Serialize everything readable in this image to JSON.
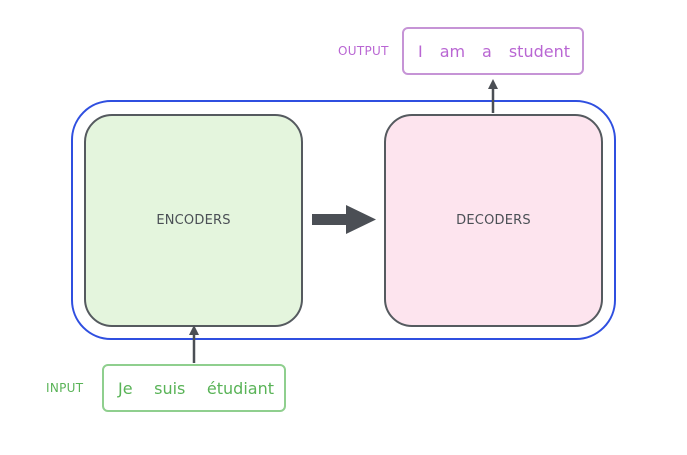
{
  "encoder_block": {
    "label": "ENCODERS"
  },
  "decoder_block": {
    "label": "DECODERS"
  },
  "input": {
    "label": "INPUT",
    "tokens": [
      "Je",
      "suis",
      "étudiant"
    ]
  },
  "output": {
    "label": "OUTPUT",
    "tokens": [
      "I",
      "am",
      "a",
      "student"
    ]
  },
  "colors": {
    "frame": "#2f4fe0",
    "encoder_fill": "#e4f5dd",
    "decoder_fill": "#fde4ee",
    "input_accent": "#59b357",
    "output_accent": "#b966d3",
    "arrow": "#4b4f55"
  }
}
